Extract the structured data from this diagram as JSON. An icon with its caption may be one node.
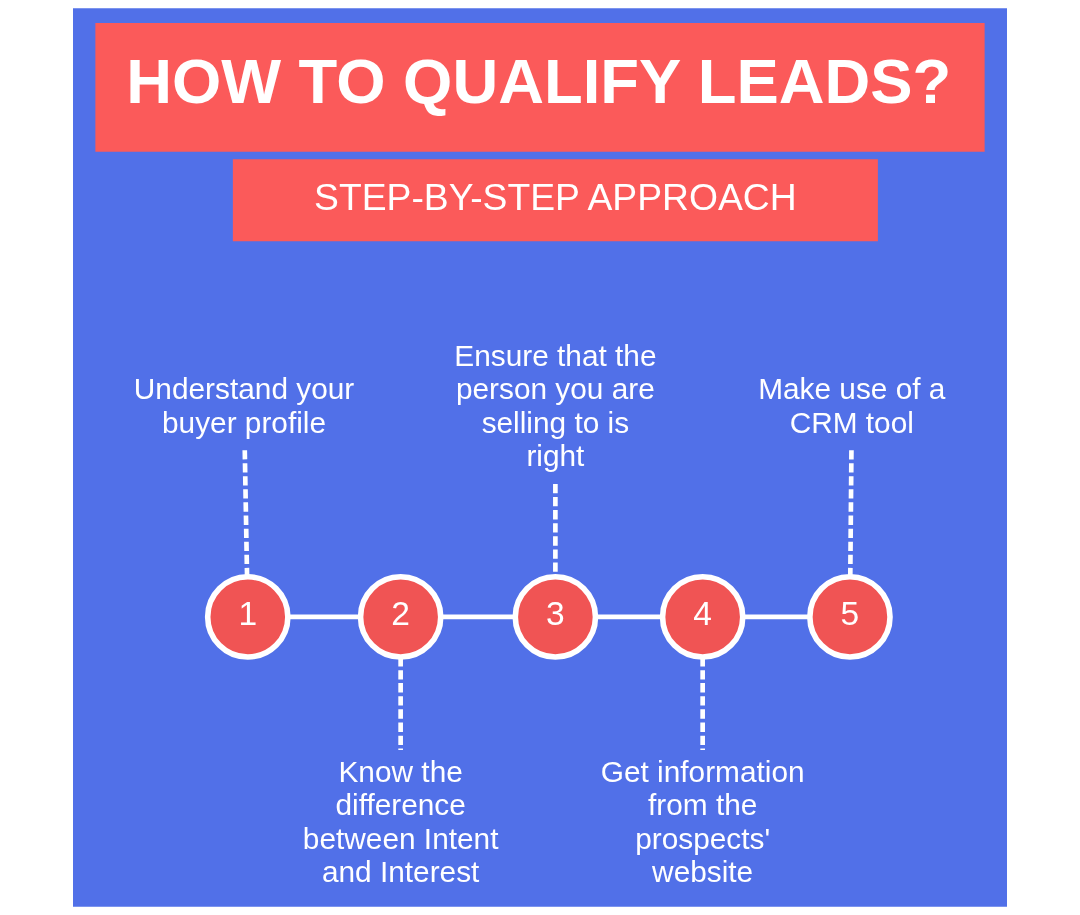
{
  "diagram": {
    "title": "HOW TO QUALIFY LEADS?",
    "nodes": [
      {
        "text": [
          "1"
        ]
      },
      {
        "text": [
          "2"
        ]
      },
      {
        "text": [
          "3"
        ]
      },
      {
        "text": [
          "4"
        ]
      },
      {
        "text": [
          "5"
        ]
      },
      {
        "text": [
          "Understand your buyer profile"
        ]
      },
      {
        "text": [
          "Know the difference between Intent and Interest"
        ]
      },
      {
        "text": [
          "Ensure that the person you are selling to is right"
        ]
      },
      {
        "text": [
          "Get information from the prospects' website"
        ]
      },
      {
        "text": [
          "Make use of a CRM tool"
        ]
      }
    ],
    "edges": [
      {
        "from": 0,
        "to": 1,
        "arrow": "none"
      },
      {
        "from": 1,
        "to": 2,
        "arrow": "none"
      },
      {
        "from": 2,
        "to": 3,
        "arrow": "none"
      },
      {
        "from": 3,
        "to": 4,
        "arrow": "none"
      },
      {
        "from": 5,
        "to": 0,
        "arrow": "none",
        "style": "dashed"
      },
      {
        "from": 1,
        "to": 6,
        "arrow": "none",
        "style": "dashed"
      },
      {
        "from": 7,
        "to": 2,
        "arrow": "none",
        "style": "dashed"
      },
      {
        "from": 3,
        "to": 8,
        "arrow": "none",
        "style": "dashed"
      },
      {
        "from": 9,
        "to": 4,
        "arrow": "none",
        "style": "dashed"
      }
    ],
    "labels": [
      "STEP-BY-STEP APPROACH"
    ]
  }
}
